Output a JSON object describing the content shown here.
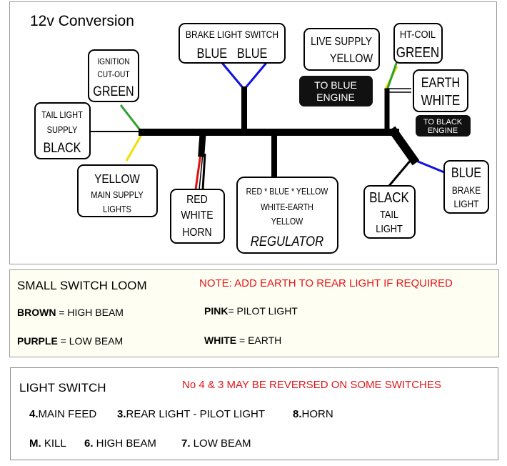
{
  "diagram": {
    "title": "12v Conversion",
    "labels": {
      "brake_switch": [
        "BRAKE LIGHT SWITCH",
        "BLUE   BLUE"
      ],
      "ignition": [
        "IGNITION",
        "CUT-OUT",
        "GREEN"
      ],
      "tail_supply": [
        "TAIL LIGHT",
        "SUPPLY",
        "BLACK"
      ],
      "main_supply": [
        "YELLOW",
        "MAIN SUPPLY",
        "LIGHTS"
      ],
      "horn": [
        "RED",
        "WHITE",
        "HORN"
      ],
      "regulator": [
        "RED * BLUE * YELLOW",
        "WHITE-EARTH",
        "YELLOW",
        "REGULATOR"
      ],
      "live_supply": [
        "LIVE SUPPLY",
        "YELLOW"
      ],
      "ht_coil": [
        "HT-COIL",
        "GREEN"
      ],
      "earth": [
        "EARTH",
        "WHITE"
      ],
      "to_blue": [
        "TO BLUE",
        "ENGINE"
      ],
      "to_black": [
        "TO BLACK",
        "ENGINE"
      ],
      "tail_light": [
        "BLACK",
        "TAIL",
        "LIGHT"
      ],
      "brake_light": [
        "BLUE",
        "BRAKE",
        "LIGHT"
      ]
    },
    "wire_colors": {
      "harness": "#000000",
      "blue": "#1010e0",
      "green": "#2ea02e",
      "yellow": "#f0e000",
      "red": "#e01010",
      "white": "#ffffff",
      "black": "#000000"
    }
  },
  "small_switch_loom": {
    "title": "SMALL SWITCH LOOM",
    "note": "NOTE: ADD EARTH TO REAR LIGHT IF REQUIRED",
    "items": [
      {
        "color": "BROWN",
        "sep": " = ",
        "meaning": "HIGH BEAM"
      },
      {
        "color": "PINK",
        "sep": "= ",
        "meaning": "PILOT LIGHT"
      },
      {
        "color": "PURPLE",
        "sep": " = ",
        "meaning": "LOW BEAM"
      },
      {
        "color": "WHITE",
        "sep": " = ",
        "meaning": "EARTH"
      }
    ]
  },
  "light_switch": {
    "title": "LIGHT SWITCH",
    "note": "No 4 & 3 MAY BE REVERSED ON SOME SWITCHES",
    "items": [
      {
        "num": "4.",
        "label": "MAIN FEED"
      },
      {
        "num": "3.",
        "label": "REAR LIGHT - PILOT LIGHT"
      },
      {
        "num": "8.",
        "label": "HORN"
      },
      {
        "num": "M.",
        "label": " KILL"
      },
      {
        "num": "6.",
        "label": " HIGH BEAM"
      },
      {
        "num": "7.",
        "label": " LOW BEAM"
      }
    ]
  },
  "colors": {
    "note_red": "#e3151a",
    "loom_bg": "#fefef2",
    "border": "#9a9a9a"
  }
}
